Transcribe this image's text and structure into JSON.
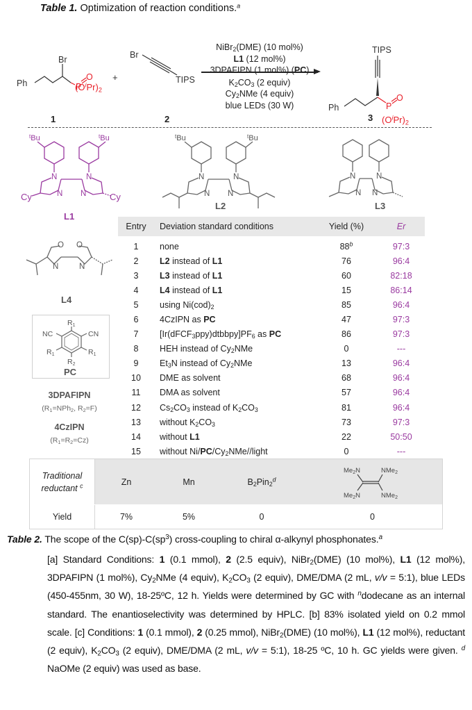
{
  "table1_title": {
    "label": "Table 1.",
    "text": "Optimization of reaction conditions.",
    "footnote_mark": "a"
  },
  "scheme": {
    "substrate1": {
      "label": "1",
      "groups": {
        "ph": "Ph",
        "br": "Br",
        "p": "P",
        "o": "O",
        "ester": "(OiPr)2"
      }
    },
    "plus": "+",
    "substrate2": {
      "label": "2",
      "groups": {
        "br": "Br",
        "tips": "TIPS"
      }
    },
    "product": {
      "label": "3",
      "groups": {
        "ph": "Ph",
        "tips": "TIPS",
        "p": "P",
        "o": "O",
        "ester": "(OiPr)2"
      }
    },
    "conditions": [
      "NiBr2(DME) (10 mol%)",
      "L1 (12 mol%)",
      "3DPAFIPN (1 mol%) (PC)",
      "K2CO3 (2 equiv)",
      "Cy2NMe (4 equiv)",
      "blue LEDs (30 W)"
    ]
  },
  "ligands": {
    "L1": {
      "label": "L1",
      "subst": "tBu",
      "r": "Cy",
      "color": "#9a3aa0"
    },
    "L2": {
      "label": "L2",
      "subst": "tBu"
    },
    "L3": {
      "label": "L3"
    },
    "L4": {
      "label": "L4"
    },
    "PC": {
      "label": "PC",
      "groups": [
        "NC",
        "CN",
        "R1",
        "R1",
        "R1",
        "R2"
      ]
    },
    "pc_variants": [
      {
        "name": "3DPAFIPN",
        "def": "(R1=NPh2, R2=F)"
      },
      {
        "name": "4CzIPN",
        "def": "(R1=R2=Cz)"
      }
    ]
  },
  "table1": {
    "headers": [
      "Entry",
      "Deviation standard conditions",
      "Yield (%)",
      "Er"
    ],
    "rows": [
      {
        "entry": "1",
        "deviation": "none",
        "yield": "88",
        "yield_note": "b",
        "er": "97:3"
      },
      {
        "entry": "2",
        "deviation": "L2 instead of L1",
        "yield": "76",
        "er": "96:4"
      },
      {
        "entry": "3",
        "deviation": "L3 instead of L1",
        "yield": "60",
        "er": "82:18"
      },
      {
        "entry": "4",
        "deviation": "L4 instead of L1",
        "yield": "15",
        "er": "86:14"
      },
      {
        "entry": "5",
        "deviation": "using Ni(cod)2",
        "yield": "85",
        "er": "96:4"
      },
      {
        "entry": "6",
        "deviation": "4CzIPN as PC",
        "yield": "47",
        "er": "97:3"
      },
      {
        "entry": "7",
        "deviation": "[Ir(dFCF3ppy)dtbbpy]PF6 as PC",
        "yield": "86",
        "er": "97:3"
      },
      {
        "entry": "8",
        "deviation": "HEH instead of Cy2NMe",
        "yield": "0",
        "er": "---"
      },
      {
        "entry": "9",
        "deviation": "Et3N instead of Cy2NMe",
        "yield": "13",
        "er": "96:4"
      },
      {
        "entry": "10",
        "deviation": "DME as solvent",
        "yield": "68",
        "er": "96:4"
      },
      {
        "entry": "11",
        "deviation": "DMA as solvent",
        "yield": "57",
        "er": "96:4"
      },
      {
        "entry": "12",
        "deviation": "Cs2CO3 instead of K2CO3",
        "yield": "81",
        "er": "96:4"
      },
      {
        "entry": "13",
        "deviation": "without K2CO3",
        "yield": "73",
        "er": "97:3"
      },
      {
        "entry": "14",
        "deviation": "without L1",
        "yield": "22",
        "er": "50:50"
      },
      {
        "entry": "15",
        "deviation": "without Ni/PC/Cy2NMe//light",
        "yield": "0",
        "er": "---"
      }
    ]
  },
  "table2": {
    "header_label": "Traditional reductant",
    "header_note": "c",
    "reductants": [
      "Zn",
      "Mn",
      "B2Pin2",
      "TDAE"
    ],
    "b2pin2_note": "d",
    "tdae_groups": [
      "Me2N",
      "NMe2",
      "Me2N",
      "NMe2"
    ],
    "row_label": "Yield",
    "yields": [
      "7%",
      "5%",
      "0",
      "0"
    ]
  },
  "caption": {
    "label": "Table 2.",
    "title": "The scope of the C(sp)-C(sp3) cross-coupling to chiral α-alkynyl phosphonates.",
    "title_note": "a",
    "notes": {
      "a": "[a] Standard Conditions: 1 (0.1 mmol), 2 (2.5 equiv), NiBr2(DME) (10 mol%), L1 (12 mol%), 3DPAFIPN (1 mol%), Cy2NMe (4 equiv), K2CO3 (2 equiv), DME/DMA (2 mL, v/v = 5:1), blue LEDs (450-455nm, 30 W), 18-25ºC, 12 h. Yields were determined by GC with ndodecane as an internal standard. The enantioselectivity was determined by HPLC.",
      "b": "[b] 83% isolated yield on 0.2 mmol scale.",
      "c": "[c] Conditions: 1 (0.1 mmol), 2 (0.25 mmol), NiBr2(DME) (10 mol%), L1 (12 mol%), reductant (2 equiv), K2CO3 (2 equiv), DME/DMA (2 mL, v/v = 5:1), 18-25 ºC, 10 h. GC yields were given.",
      "d": "d NaOMe (2 equiv) was used as base."
    }
  },
  "colors": {
    "phosphonate_red": "#e8202a",
    "ligand_purple": "#9a3aa0",
    "header_gray": "#e8e8e8"
  }
}
